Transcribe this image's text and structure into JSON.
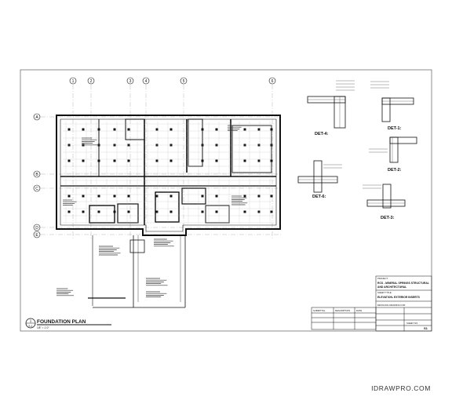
{
  "drawing": {
    "grid_columns": [
      "1",
      "2",
      "3",
      "4",
      "5",
      "6"
    ],
    "grid_rows": [
      "A",
      "B",
      "C",
      "D",
      "E"
    ],
    "plan_title": "FOUNDATION PLAN",
    "plan_scale": "1/8\" = 1'-0\"",
    "plan_number": "1",
    "plan_sheet_ref": "S-1"
  },
  "details": [
    {
      "label": "DET-4:"
    },
    {
      "label": "DET-1:"
    },
    {
      "label": "DET-6:"
    },
    {
      "label": "DET-2:"
    },
    {
      "label": "DET-3:"
    }
  ],
  "title_block": {
    "project_label": "PROJECT:",
    "project_line1": "RCS - MINERAL SPRINGS STRUCTURAL",
    "project_line2": "AND ARCHITECTURAL",
    "sheet_label": "SHEET TITLE:",
    "sheet_title": "ELEVATION- EXTERIOR INSERTS",
    "status_label": "DETAILING DRAWING FOR",
    "sheet_no_label": "SHEET NO.",
    "sheet_no": "S1"
  },
  "revision_table": {
    "headers": [
      "SUBMITTAL",
      "DESCRIPTION",
      "DATE"
    ]
  },
  "watermark": "IDRAWPRO.COM"
}
